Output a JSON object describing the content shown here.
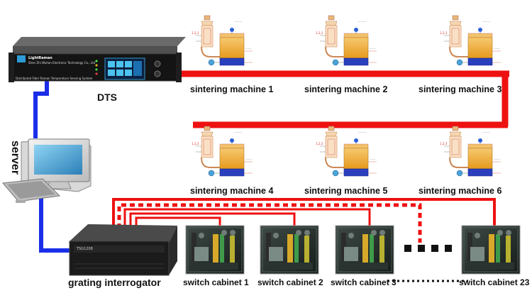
{
  "dts": {
    "label": "DTS",
    "brand": "LightRaman",
    "sub_brand": "Shen Zhi Wuhan Electronic Technology Co., Ltd",
    "footer_text": "Distributed Fiber Raman Temperature Sensing System"
  },
  "server": {
    "label": "server"
  },
  "interrogator": {
    "label": "grating interrogator",
    "model": "TSG1208"
  },
  "machines": [
    {
      "label": "sintering machine 1"
    },
    {
      "label": "sintering machine 2"
    },
    {
      "label": "sintering machine 3"
    },
    {
      "label": "sintering machine 4"
    },
    {
      "label": "sintering machine 5"
    },
    {
      "label": "sintering machine 6"
    }
  ],
  "cabinets": [
    {
      "label": "switch cabinet 1"
    },
    {
      "label": "switch cabinet 2"
    },
    {
      "label": "switch cabinet 3"
    },
    {
      "label": "switch cabinet 23"
    }
  ],
  "colors": {
    "fiber_red": "#ee1111",
    "link_blue": "#1a2ee8",
    "device_dark": "#1b1b1b",
    "kiln_orange": "#f3a726",
    "kiln_blue": "#2a3fbd"
  }
}
